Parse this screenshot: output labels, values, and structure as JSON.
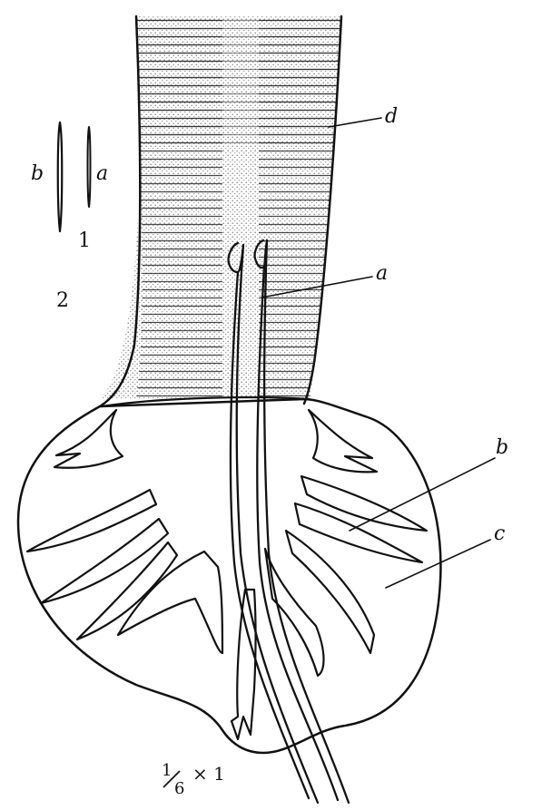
{
  "figure": {
    "labels": {
      "d": "d",
      "a": "a",
      "b": "b",
      "c": "c",
      "inset_a": "a",
      "inset_b": "b",
      "inset_number": "1",
      "figure_number": "2",
      "scale_fraction_num": "1",
      "scale_fraction_den": "6",
      "scale_times": "× 1"
    },
    "colors": {
      "ink": "#111111",
      "stipple": "#8a8a8a",
      "background": "#ffffff"
    }
  }
}
